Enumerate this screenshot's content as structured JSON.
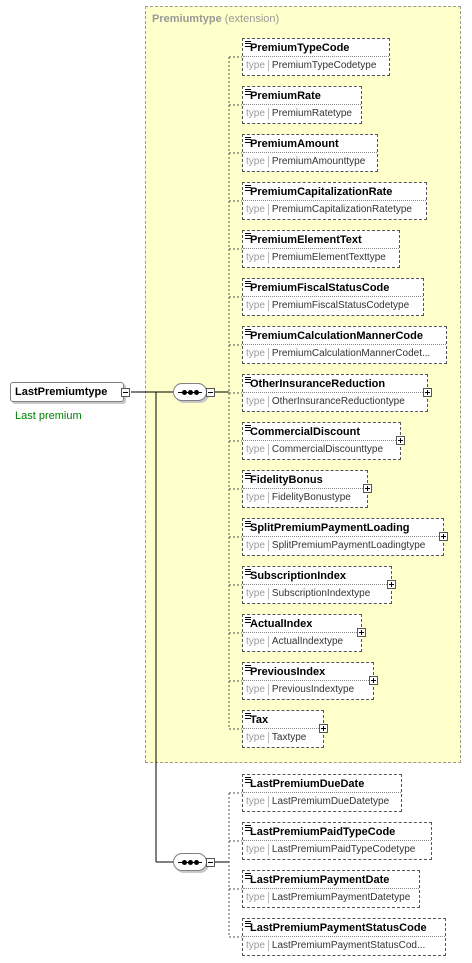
{
  "root": {
    "name": "LastPremiumtype",
    "description": "Last premium"
  },
  "extension": {
    "name": "Premiumtype",
    "suffix": "(extension)"
  },
  "type_label": "type",
  "ext_elements": [
    {
      "name": "PremiumTypeCode",
      "type": "PremiumTypeCodetype",
      "expandable": false
    },
    {
      "name": "PremiumRate",
      "type": "PremiumRatetype",
      "expandable": false
    },
    {
      "name": "PremiumAmount",
      "type": "PremiumAmounttype",
      "expandable": false
    },
    {
      "name": "PremiumCapitalizationRate",
      "type": "PremiumCapitalizationRatetype",
      "expandable": false
    },
    {
      "name": "PremiumElementText",
      "type": "PremiumElementTexttype",
      "expandable": false
    },
    {
      "name": "PremiumFiscalStatusCode",
      "type": "PremiumFiscalStatusCodetype",
      "expandable": false
    },
    {
      "name": "PremiumCalculationMannerCode",
      "type": "PremiumCalculationMannerCodet...",
      "expandable": false
    },
    {
      "name": "OtherInsuranceReduction",
      "type": "OtherInsuranceReductiontype",
      "expandable": true
    },
    {
      "name": "CommercialDiscount",
      "type": "CommercialDiscounttype",
      "expandable": true
    },
    {
      "name": "FidelityBonus",
      "type": "FidelityBonustype",
      "expandable": true
    },
    {
      "name": "SplitPremiumPaymentLoading",
      "type": "SplitPremiumPaymentLoadingtype",
      "expandable": true
    },
    {
      "name": "SubscriptionIndex",
      "type": "SubscriptionIndextype",
      "expandable": true
    },
    {
      "name": "ActualIndex",
      "type": "ActualIndextype",
      "expandable": true
    },
    {
      "name": "PreviousIndex",
      "type": "PreviousIndextype",
      "expandable": true
    },
    {
      "name": "Tax",
      "type": "Taxtype",
      "expandable": true
    }
  ],
  "own_elements": [
    {
      "name": "LastPremiumDueDate",
      "type": "LastPremiumDueDatetype",
      "expandable": false
    },
    {
      "name": "LastPremiumPaidTypeCode",
      "type": "LastPremiumPaidTypeCodetype",
      "expandable": false
    },
    {
      "name": "LastPremiumPaymentDate",
      "type": "LastPremiumPaymentDatetype",
      "expandable": false
    },
    {
      "name": "LastPremiumPaymentStatusCode",
      "type": "LastPremiumPaymentStatusCod...",
      "expandable": false
    }
  ]
}
